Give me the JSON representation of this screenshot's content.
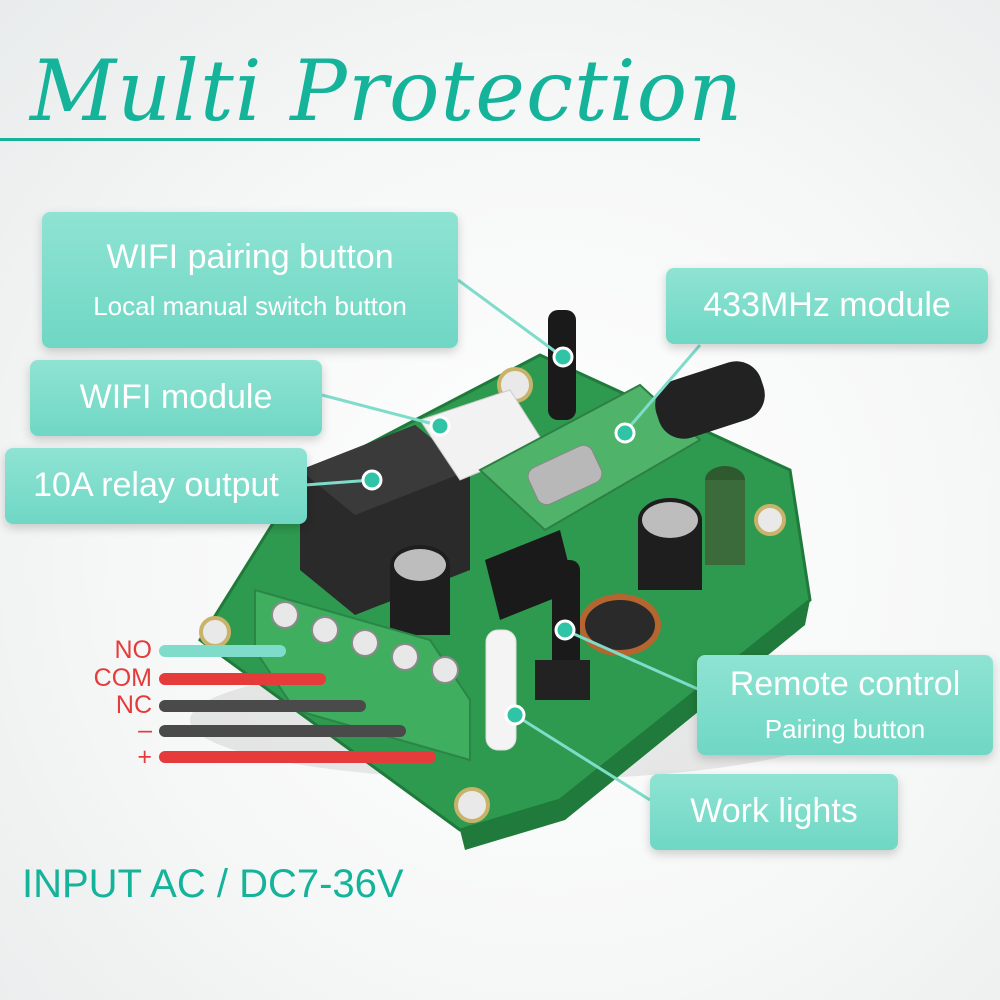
{
  "title": "Multi Protection",
  "labels": {
    "wifi_pairing": "WIFI pairing button",
    "local_switch": "Local manual switch button",
    "wifi_module": "WIFI module",
    "relay_output": "10A relay output",
    "rf_module": "433MHz module",
    "remote_control": "Remote control",
    "remote_pairing": "Pairing button",
    "work_lights": "Work lights"
  },
  "wires": [
    "NO",
    "COM",
    "NC",
    "–",
    "+"
  ],
  "input": "INPUT AC / DC7-36V",
  "colors": {
    "accent": "#14b39a",
    "label_bg": "#7fdccb",
    "wire_red": "#e53b3b",
    "wire_teal": "#7fdccb",
    "wire_dark": "#4a4a4a",
    "pcb_green": "#2e9a4f",
    "terminal_green": "#3fae5f"
  }
}
